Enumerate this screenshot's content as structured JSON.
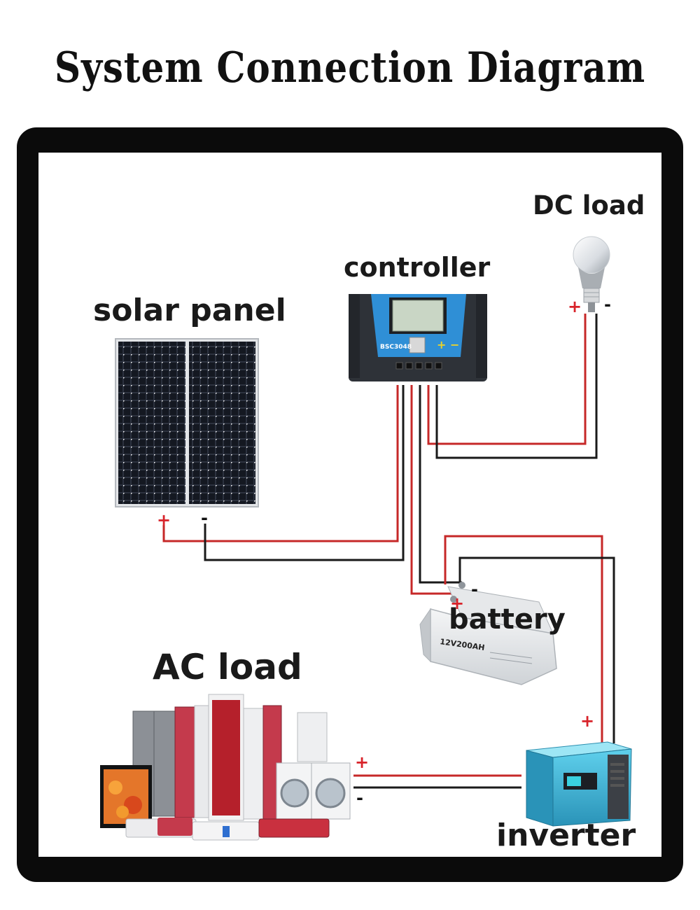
{
  "title": "System Connection Diagram",
  "labels": {
    "dc_load": "DC load",
    "controller": "controller",
    "solar_panel": "solar panel",
    "battery": "battery",
    "ac_load": "AC load",
    "inverter": "inverter"
  },
  "device_text": {
    "controller_model": "BSC3048",
    "battery_model": "12V200AH"
  },
  "signs": {
    "plus": "+",
    "minus": "-"
  },
  "colors": {
    "positive_wire": "#c62828",
    "negative_wire": "#1a1a1a",
    "frame": "#0b0b0b",
    "controller_accent": "#2f8fd6",
    "inverter_body": "#3bb7d9"
  }
}
